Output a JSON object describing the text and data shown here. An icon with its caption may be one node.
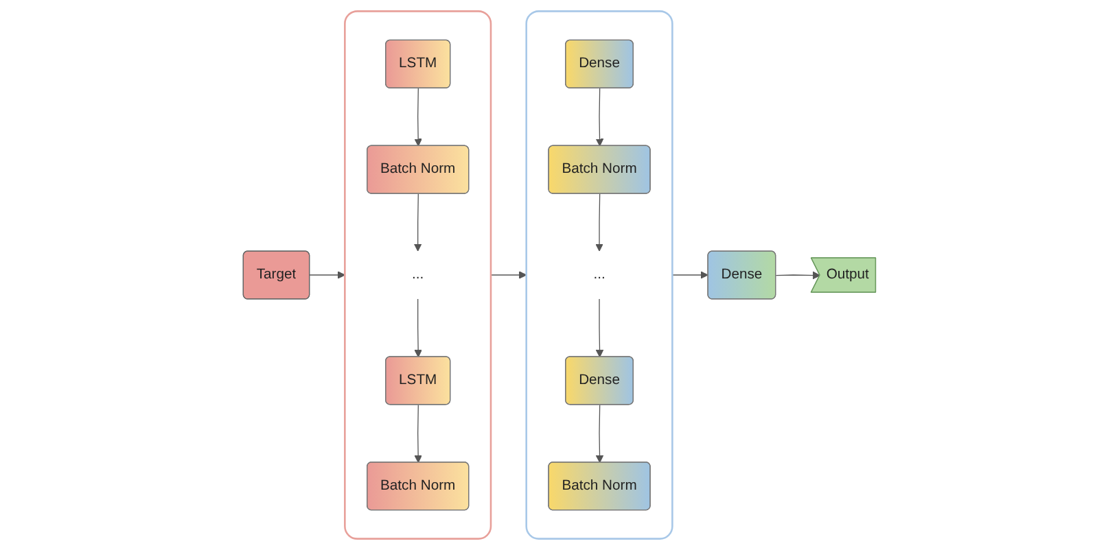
{
  "diagram": {
    "nodes": [
      {
        "text": [
          "Target"
        ]
      },
      {
        "text": [],
        "shape": "box"
      },
      {
        "text": [
          "LSTM"
        ],
        "in": 1
      },
      {
        "text": [
          "Batch Norm"
        ],
        "in": 1
      },
      {
        "text": [
          "..."
        ],
        "in": 1
      },
      {
        "text": [
          "LSTM"
        ],
        "in": 1
      },
      {
        "text": [
          "Batch Norm"
        ],
        "in": 1
      },
      {
        "text": [],
        "shape": "box"
      },
      {
        "text": [
          "Dense"
        ],
        "in": 7
      },
      {
        "text": [
          "Batch Norm"
        ],
        "in": 7
      },
      {
        "text": [
          "..."
        ],
        "in": 7
      },
      {
        "text": [
          "Dense"
        ],
        "in": 7
      },
      {
        "text": [
          "Batch Norm"
        ],
        "in": 7
      },
      {
        "text": [
          "Dense"
        ]
      },
      {
        "text": [
          "Output"
        ]
      }
    ],
    "edges": [
      {
        "from": 0,
        "to": 1,
        "arrow": "to"
      },
      {
        "from": 2,
        "to": 3,
        "arrow": "to"
      },
      {
        "from": 3,
        "to": 4,
        "arrow": "to"
      },
      {
        "from": 4,
        "to": 5,
        "arrow": "to"
      },
      {
        "from": 5,
        "to": 6,
        "arrow": "to"
      },
      {
        "from": 1,
        "to": 7,
        "arrow": "to"
      },
      {
        "from": 8,
        "to": 9,
        "arrow": "to"
      },
      {
        "from": 9,
        "to": 10,
        "arrow": "to"
      },
      {
        "from": 10,
        "to": 11,
        "arrow": "to"
      },
      {
        "from": 11,
        "to": 12,
        "arrow": "to"
      },
      {
        "from": 7,
        "to": 13,
        "arrow": "to"
      },
      {
        "from": 13,
        "to": 14,
        "arrow": "to"
      }
    ]
  }
}
